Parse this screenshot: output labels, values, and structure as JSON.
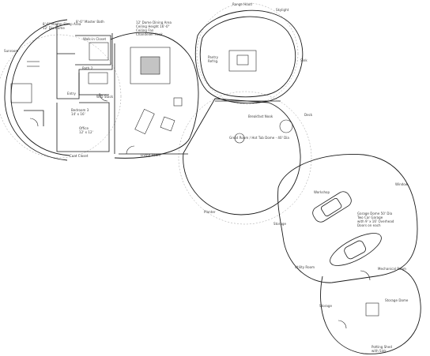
{
  "drawing": {
    "line_color": "#1a1a1a",
    "dimension_color": "#8a8a8a",
    "background": "#ffffff",
    "labels": {
      "master_bedroom": "8'-6\" Master Sleep Area\n12' Dia Dome",
      "master_bath": "8'-6\" Master Bath",
      "master_closet": "Walk-in Closet",
      "bath_2": "Bath 2",
      "bedroom_3": "Bedroom 3\n14' x 16'",
      "left_wall": "Sunroom",
      "dining": "12' Dome Dining Area\nCeiling Height 16'-0\"\nCeiling Fan\nChandelier Hook",
      "top_note": "Range Hood",
      "top_right_note": "Skylight",
      "kitchen_left": "Pantry\nRefrig.",
      "kitchen_right": "Sink",
      "entry": "Entry",
      "hall_note": "W/D Stack",
      "study": "Office\n12' x 12'",
      "left_bottom": "Coat Closet",
      "living_bottom": "Living Room",
      "right_dome_note": "Breakfast Nook",
      "great_room_note": "Great Room / Hot Tub Dome - 40' Dia",
      "right_mid": "Deck",
      "lower_left": "Planter",
      "garage_top": "Workshop",
      "garage_car_note": "Garage Dome 50' Dia\nTwo Car Garage\nwith 9' x 16' Overhead\nDoors on each",
      "garage_side": "Storage",
      "garage_right_top": "Window",
      "garage_mid": "Utility Room",
      "garage_right_mid": "Mechanical Room",
      "bottom_dome_note": "Storage Dome",
      "bottom_left": "Storage",
      "bottom_right": "Potting Shed\nwith Sink"
    }
  }
}
